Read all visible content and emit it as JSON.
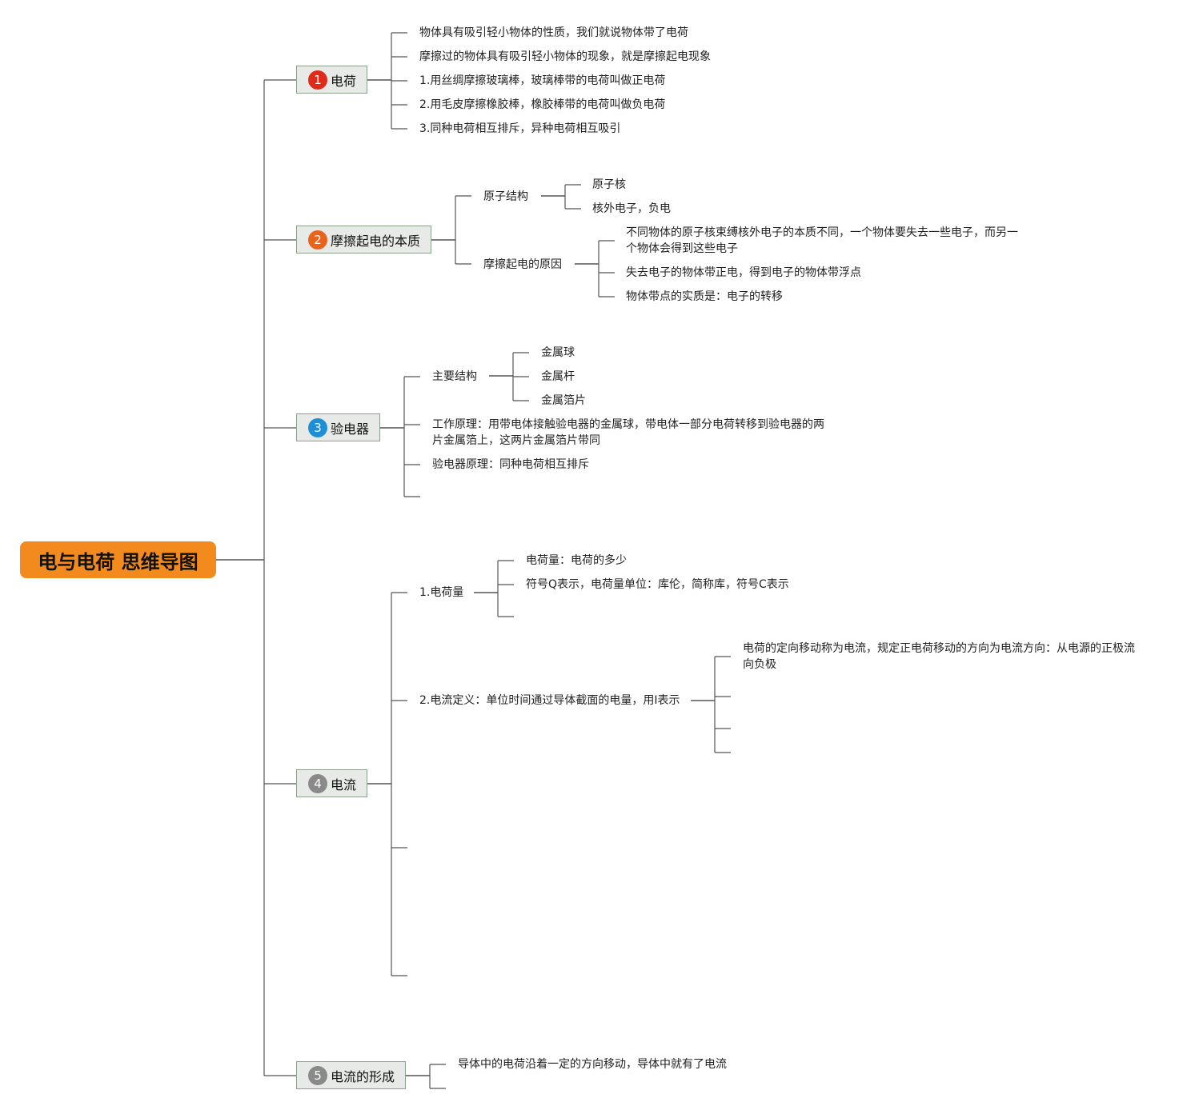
{
  "root": {
    "title": "电与电荷 思维导图"
  },
  "colors": {
    "root": "#f28a1e",
    "badge1": "#e02b1a",
    "badge2": "#e8641a",
    "badge3": "#1e8fd6",
    "badge4": "#8a8a8a",
    "badge5": "#8a8a8a",
    "line": "#555555"
  },
  "topics": [
    {
      "number": "1",
      "label": "电荷",
      "items": [
        "物体具有吸引轻小物体的性质，我们就说物体带了电荷",
        "摩擦过的物体具有吸引轻小物体的现象，就是摩擦起电现象",
        "1.用丝绸摩擦玻璃棒，玻璃棒带的电荷叫做正电荷",
        "2.用毛皮摩擦橡胶棒，橡胶棒带的电荷叫做负电荷",
        "3.同种电荷相互排斥，异种电荷相互吸引"
      ]
    },
    {
      "number": "2",
      "label": "摩擦起电的本质",
      "groups": [
        {
          "label": "原子结构",
          "items": [
            "原子核",
            "核外电子，负电"
          ]
        },
        {
          "label": "摩擦起电的原因",
          "items": [
            "不同物体的原子核束缚核外电子的本质不同，一个物体要失去一些电子，而另一个物体会得到这些电子",
            "失去电子的物体带正电，得到电子的物体带浮点",
            "物体带点的实质是：电子的转移"
          ]
        }
      ]
    },
    {
      "number": "3",
      "label": "验电器",
      "groups": [
        {
          "label": "主要结构",
          "items": [
            "金属球",
            "金属杆",
            "金属箔片"
          ]
        },
        {
          "label": "工作原理：用带电体接触验电器的金属球，带电体一部分电荷转移到验电器的两片金属箔上，这两片金属箔片带同"
        },
        {
          "label": "验电器原理：同种电荷相互排斥"
        }
      ]
    },
    {
      "number": "4",
      "label": "电流",
      "groups": [
        {
          "label": "1.电荷量",
          "items": [
            "电荷量：电荷的多少",
            "符号Q表示，电荷量单位：库伦，简称库，符号C表示"
          ]
        },
        {
          "label": "2.电流定义：单位时间通过导体截面的电量，用I表示",
          "items": [
            "电荷的定向移动称为电流，规定正电荷移动的方向为电流方向：从电源的正极流向负极"
          ]
        }
      ]
    },
    {
      "number": "5",
      "label": "电流的形成",
      "items": [
        "导体中的电荷沿着一定的方向移动，导体中就有了电流"
      ]
    }
  ]
}
